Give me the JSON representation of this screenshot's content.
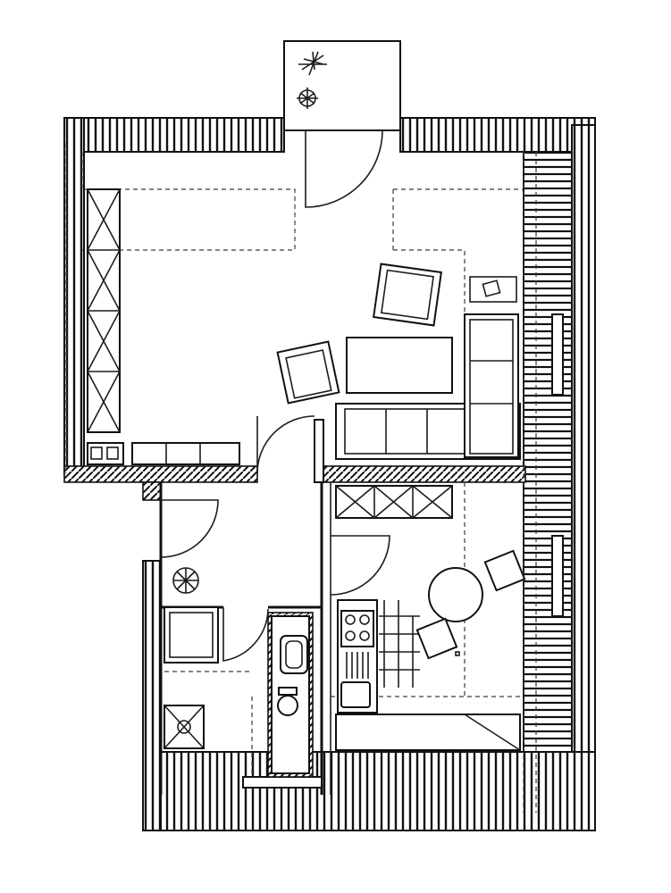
{
  "drawing": {
    "ink_color": "#111111",
    "paper_color": "#ffffff",
    "rooms": [
      "balcony",
      "living-room",
      "hallway",
      "bathroom",
      "kitchen-dining",
      "storage-closet"
    ],
    "icons": [
      "plant-icon",
      "sink-icon",
      "bathtub-icon",
      "toilet-icon",
      "stove-icon",
      "washing-machine-icon",
      "light-fixture-icon"
    ]
  }
}
